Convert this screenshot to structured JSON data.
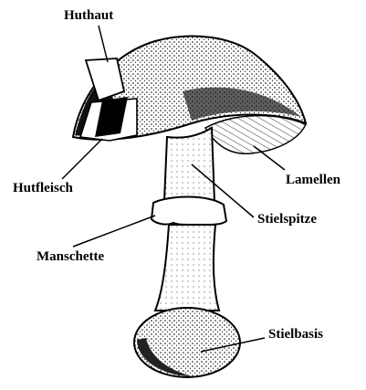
{
  "labels": {
    "huthaut": "Huthaut",
    "hutfleisch": "Hutfleisch",
    "lamellen": "Lamellen",
    "stielspitze": "Stielspitze",
    "manschette": "Manschette",
    "stielbasis": "Stielbasis"
  },
  "colors": {
    "ink": "#000000",
    "paper": "#ffffff"
  }
}
